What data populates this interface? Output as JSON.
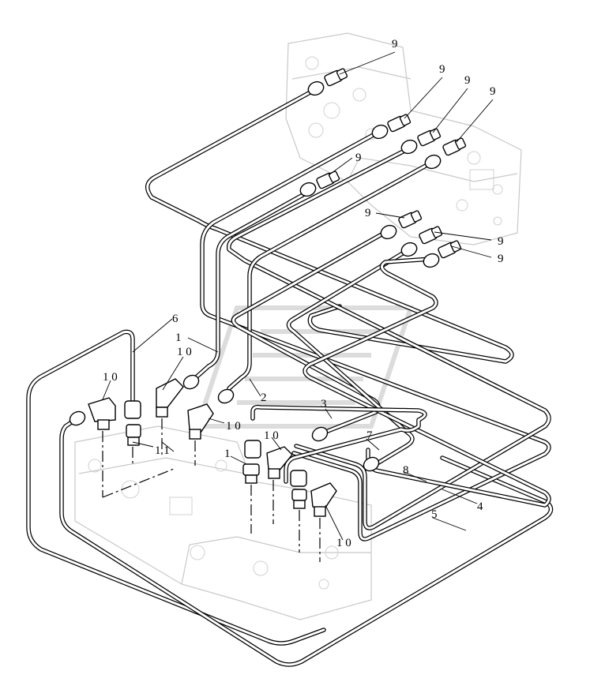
{
  "diagram": {
    "callouts": {
      "c1": "1",
      "c2": "2",
      "c3": "3",
      "c4": "4",
      "c5": "5",
      "c6": "6",
      "c7": "7",
      "c8": "8",
      "c9": "9",
      "c10": "1 0",
      "c11": "1 1"
    }
  }
}
